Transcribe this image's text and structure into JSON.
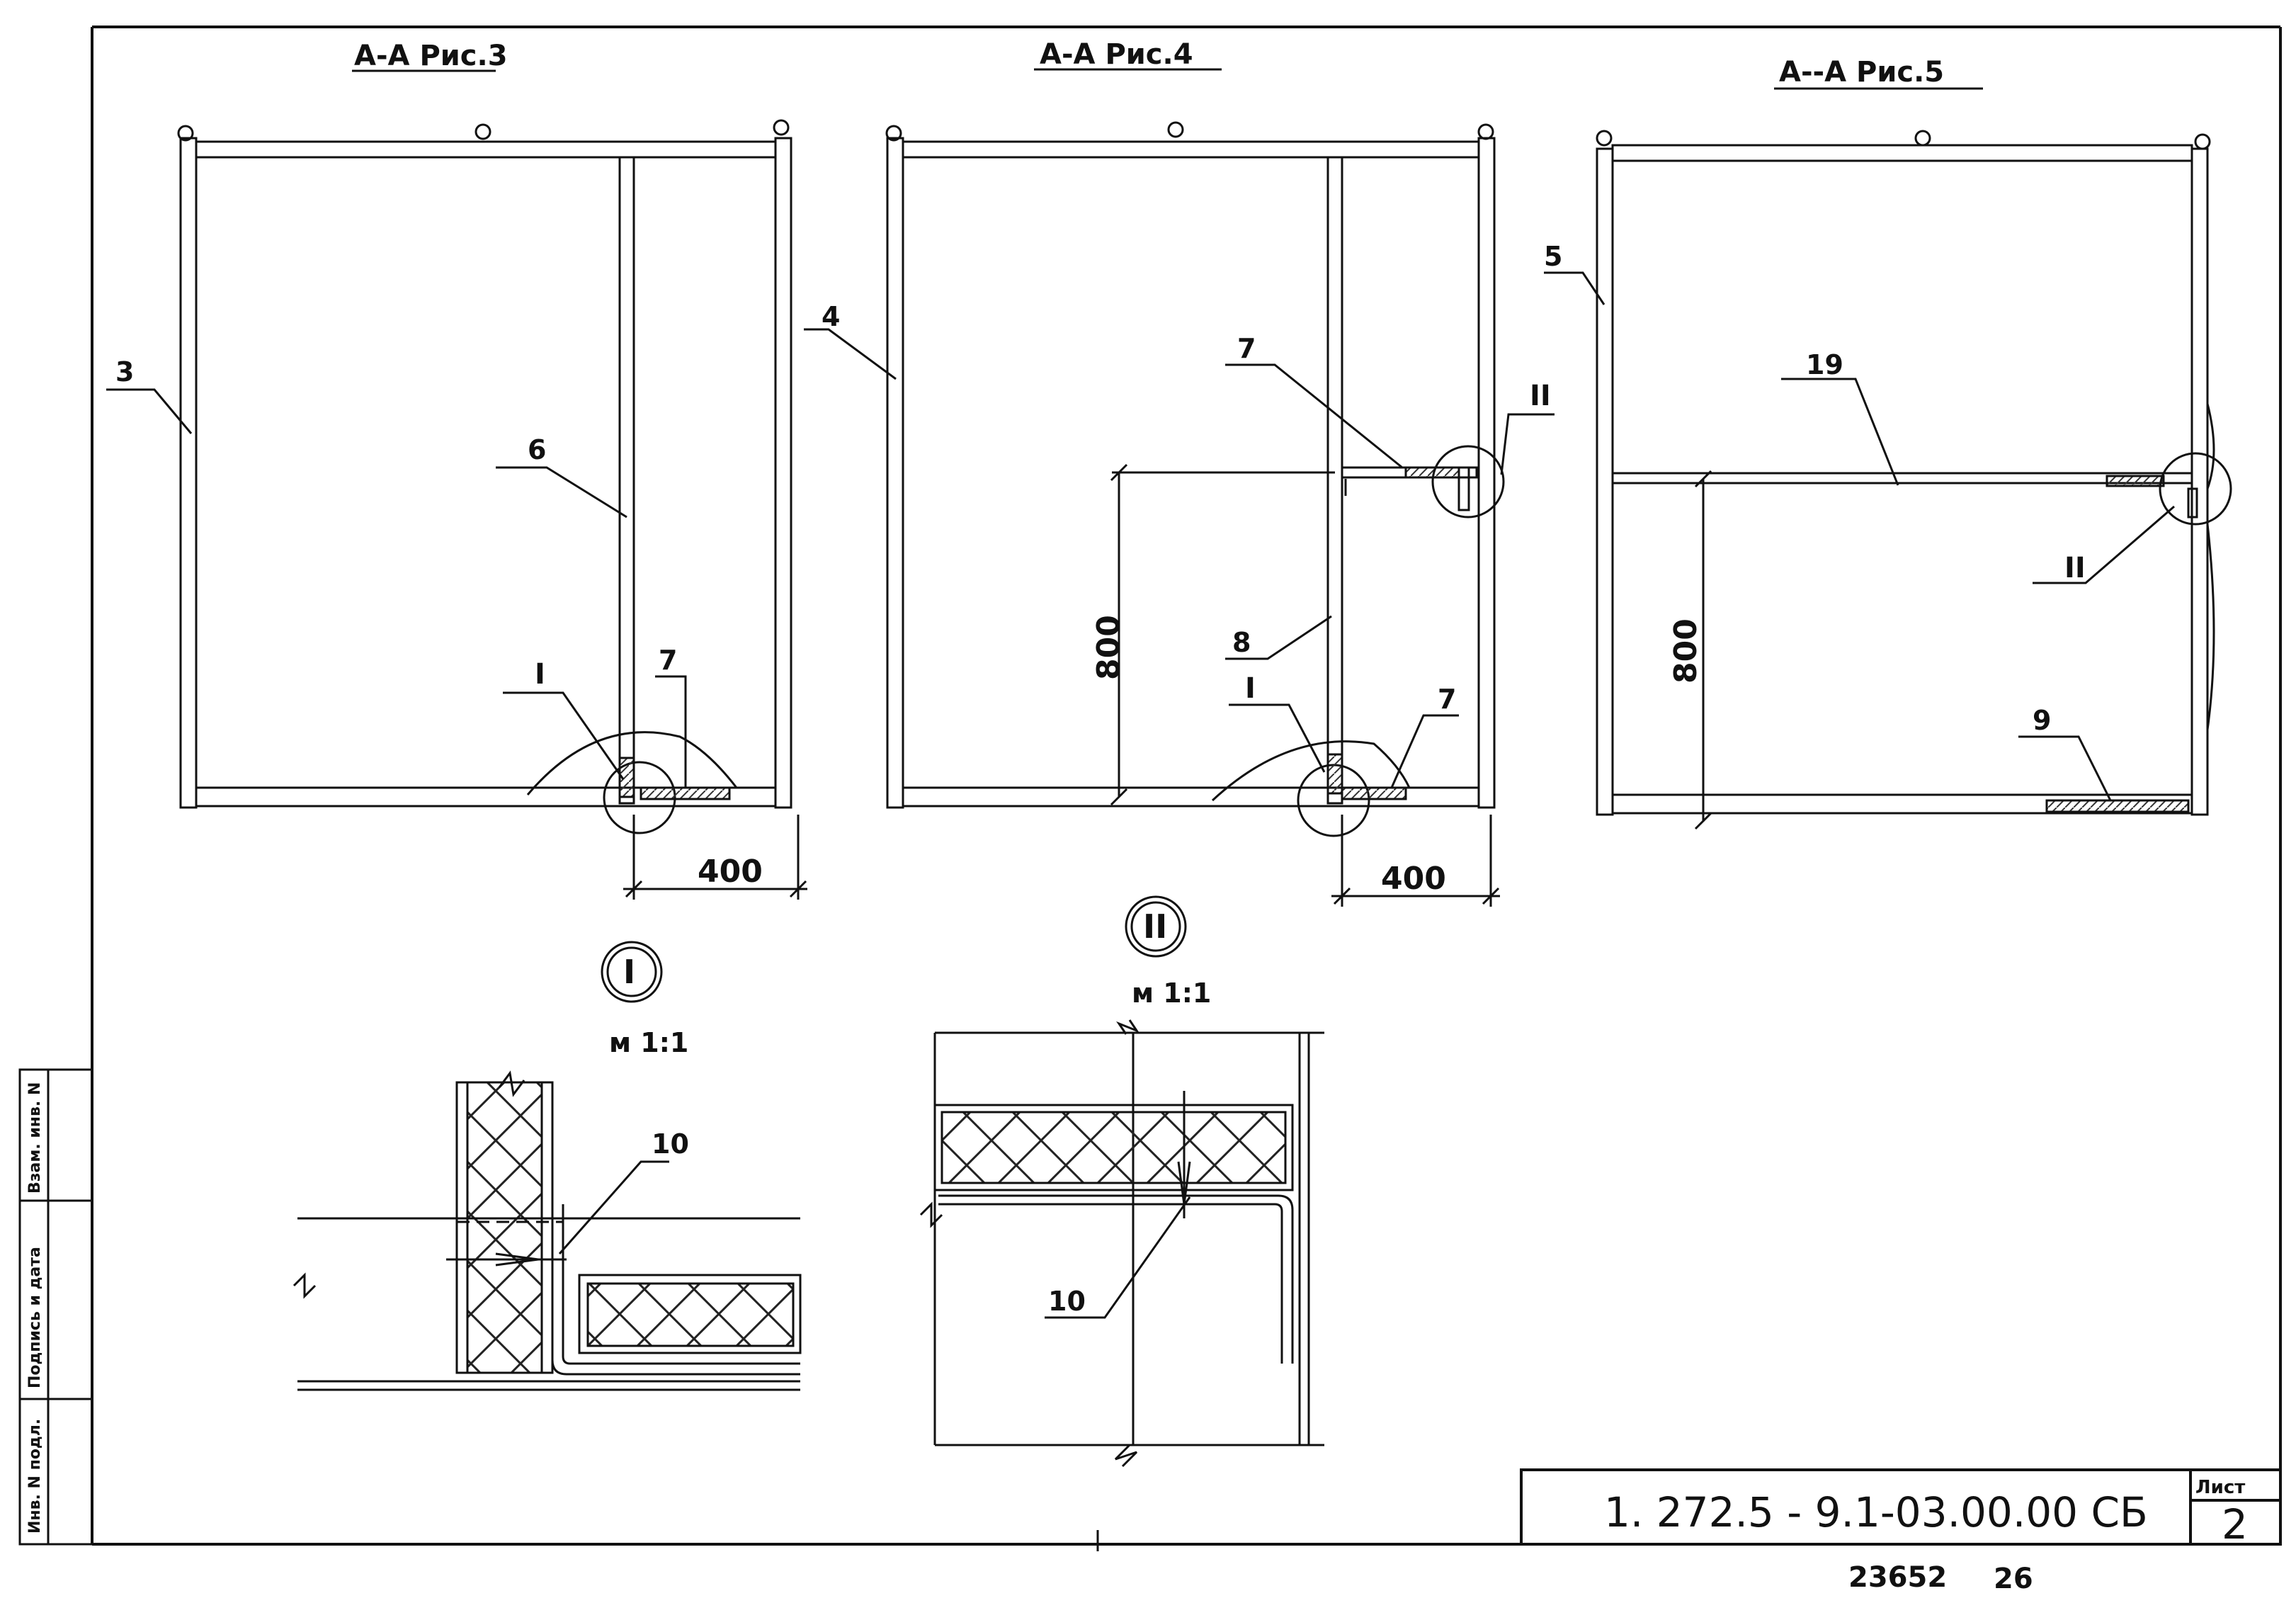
{
  "views": {
    "view3": {
      "title": "А-А Рис.3",
      "label_wall": "3",
      "label_partition": "6",
      "label_shelf": "7",
      "callout": "I",
      "dimension": "400"
    },
    "view4": {
      "title": "А-А Рис.4",
      "label_wall": "4",
      "label_shelf_top": "7",
      "label_partition": "8",
      "label_shelf_bottom": "7",
      "callout_top": "II",
      "callout_bottom": "I",
      "dimension_height": "800",
      "dimension_width": "400"
    },
    "view5": {
      "title": "А--А Рис.5",
      "label_wall": "5",
      "label_shelf_mid": "19",
      "label_shelf_bottom": "9",
      "callout": "II",
      "dimension_height": "800"
    }
  },
  "details": {
    "detail1": {
      "marker": "I",
      "scale": "м 1:1",
      "label": "10"
    },
    "detail2": {
      "marker": "II",
      "scale": "м 1:1",
      "label": "10"
    }
  },
  "side_stamp": [
    "Инв. N подл.",
    "Подпись и дата",
    "Взам. инв. N"
  ],
  "title_block": {
    "code": "1. 272.5 - 9.1-03.00.00 СБ",
    "sheet_label": "Лист",
    "sheet_number": "2"
  },
  "footer": {
    "number": "23652",
    "suffix": "26"
  }
}
